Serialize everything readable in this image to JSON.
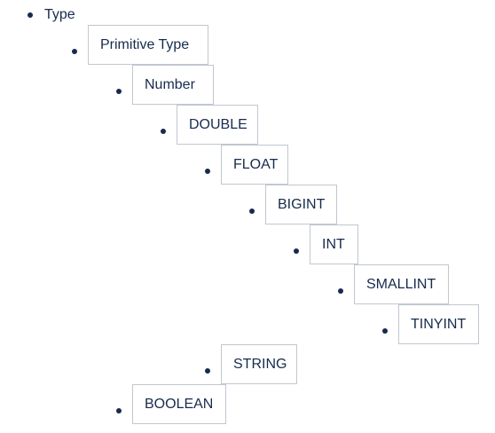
{
  "tree": {
    "root": "Type",
    "primitive": "Primitive Type",
    "number": "Number",
    "double": "DOUBLE",
    "float": "FLOAT",
    "bigint": "BIGINT",
    "int": "INT",
    "smallint": "SMALLINT",
    "tinyint": "TINYINT",
    "string": "STRING",
    "boolean": "BOOLEAN"
  }
}
